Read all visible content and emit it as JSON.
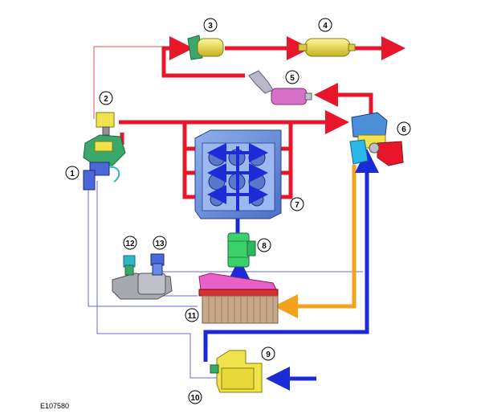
{
  "figure_ref": "E107580",
  "callouts": [
    "1",
    "2",
    "3",
    "4",
    "5",
    "6",
    "7",
    "8",
    "9",
    "10",
    "11",
    "12",
    "13"
  ],
  "colors": {
    "exhaust": "#e8162b",
    "intake": "#1d2bd6",
    "charge": "#f2a31b",
    "vacuum_line": "#6a6ad8",
    "thin_red": "#e0505a",
    "engine": "#6b8fd8",
    "cooler_fins": "#b08a6a",
    "filter_pink": "#e060c8",
    "component_yellow": "#f0e24a",
    "component_green": "#3aa86a"
  }
}
